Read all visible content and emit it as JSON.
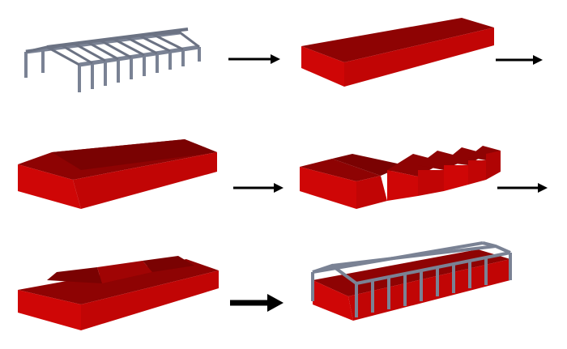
{
  "diagram": {
    "colors": {
      "top": "#8e0303",
      "front": "#cf0606",
      "side": "#a00404",
      "steel": "#7a8294",
      "steel_dark": "#4f5666",
      "arrow": "#000000"
    },
    "panels": [
      {
        "id": "steel-frame",
        "kind": "frame"
      },
      {
        "id": "solid-block",
        "kind": "block"
      },
      {
        "id": "pitched-roof-block",
        "kind": "pitched"
      },
      {
        "id": "segmented-block",
        "kind": "segmented"
      },
      {
        "id": "sawtooth-roof-block",
        "kind": "sawtooth"
      },
      {
        "id": "block-with-frame",
        "kind": "framed"
      }
    ],
    "arrows": [
      {
        "id": "arrow-1",
        "weight": "thin"
      },
      {
        "id": "arrow-2",
        "weight": "thin"
      },
      {
        "id": "arrow-3",
        "weight": "thin"
      },
      {
        "id": "arrow-4",
        "weight": "thin"
      },
      {
        "id": "arrow-5",
        "weight": "bold"
      }
    ]
  }
}
